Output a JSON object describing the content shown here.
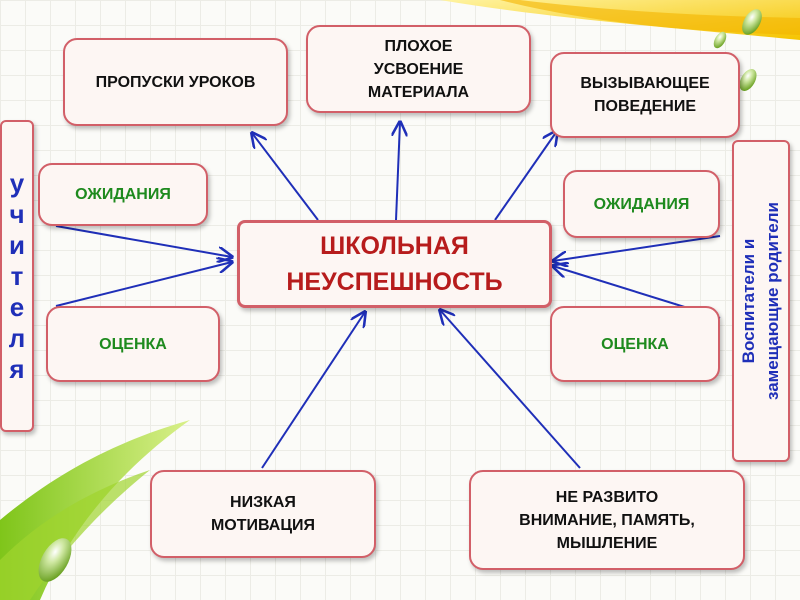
{
  "center": "ШКОЛЬНАЯ\nНЕУСПЕШНОСТЬ",
  "top_left": "ПРОПУСКИ УРОКОВ",
  "top_center": "ПЛОХОЕ\nУСВОЕНИЕ\nМАТЕРИАЛА",
  "top_right": "ВЫЗЫВАЮЩЕЕ\nПОВЕДЕНИЕ",
  "left_expect": "ОЖИДАНИЯ",
  "left_grade": "ОЦЕНКА",
  "right_expect": "ОЖИДАНИЯ",
  "right_grade": "ОЦЕНКА",
  "bottom_left": "НИЗКАЯ\nМОТИВАЦИЯ",
  "bottom_right": "НЕ РАЗВИТО\nВНИМАНИЕ, ПАМЯТЬ,\nМЫШЛЕНИЕ",
  "teachers_letters": [
    "у",
    "ч",
    "и",
    "т",
    "е",
    "л",
    "я"
  ],
  "parents_label": "Воспитатели и\nзамещающие родители",
  "colors": {
    "box_border": "#d25f68",
    "arrow": "#1f2fb8",
    "center_text": "#b71c1c",
    "green_text": "#1e8a1e"
  }
}
